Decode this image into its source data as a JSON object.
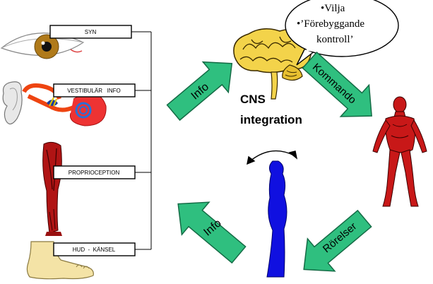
{
  "sensors": [
    {
      "label": "SYN"
    },
    {
      "label": "VESTIBULÄR   INFO"
    },
    {
      "label": "PROPRIOCEPTION"
    },
    {
      "label": "HUD  -  KÄNSEL"
    }
  ],
  "thought_bubble": {
    "lines": [
      "•Vilja",
      "•’Förebyggande",
      "kontroll’"
    ]
  },
  "cns": {
    "line1": "CNS",
    "line2": "integration"
  },
  "arrows": {
    "info_top": "Info",
    "kommando": "Kommando",
    "rorelser": "Rörelser",
    "info_bottom": "Info"
  },
  "colors": {
    "arrow_fill": "#2fbf7f",
    "body_blue": "#1010e0",
    "muscle_red": "#c81818"
  }
}
